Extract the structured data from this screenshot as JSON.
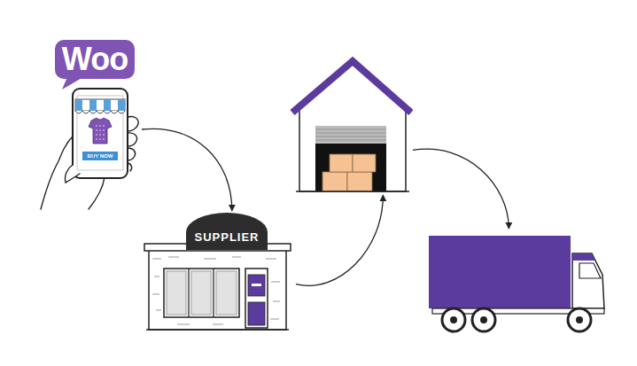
{
  "diagram": {
    "nodes": [
      {
        "text": [
          "Woo",
          "BUY NOW"
        ]
      },
      {
        "text": [
          "SUPPLIER"
        ]
      },
      {
        "text": []
      },
      {
        "text": []
      }
    ],
    "edges": [
      {
        "from": 0,
        "to": 1,
        "arrow": "to"
      },
      {
        "from": 1,
        "to": 2,
        "arrow": "to"
      },
      {
        "from": 2,
        "to": 3,
        "arrow": "to"
      }
    ]
  }
}
